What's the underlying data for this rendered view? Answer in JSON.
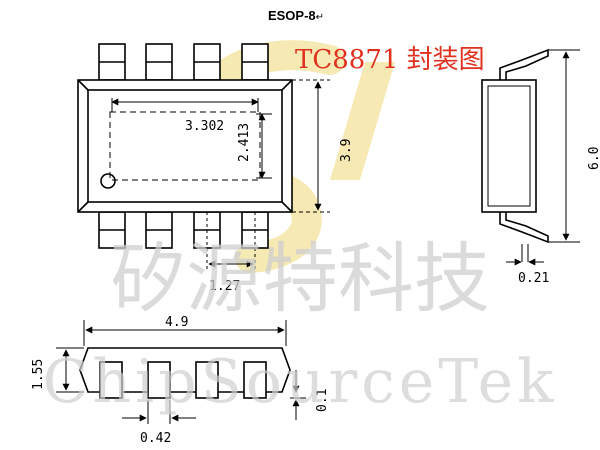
{
  "title": "ESOP-8",
  "title_mark": "↵",
  "part_title": "TC8871 封装图",
  "watermark": {
    "chinese": "矽源特科技",
    "english": "ChipSourceTek",
    "logo_color": "#f5d77a"
  },
  "dimensions": {
    "body_width": "3.302",
    "pad_height": "2.413",
    "body_height": "3.9",
    "pitch": "1.27",
    "total_width": "6.0",
    "lead_thickness": "0.21",
    "length": "4.9",
    "package_height": "1.55",
    "standoff": "0.1",
    "lead_width": "0.42"
  },
  "colors": {
    "line": "#000000",
    "accent": "#e0301e",
    "watermark": "#cfcfcf"
  }
}
